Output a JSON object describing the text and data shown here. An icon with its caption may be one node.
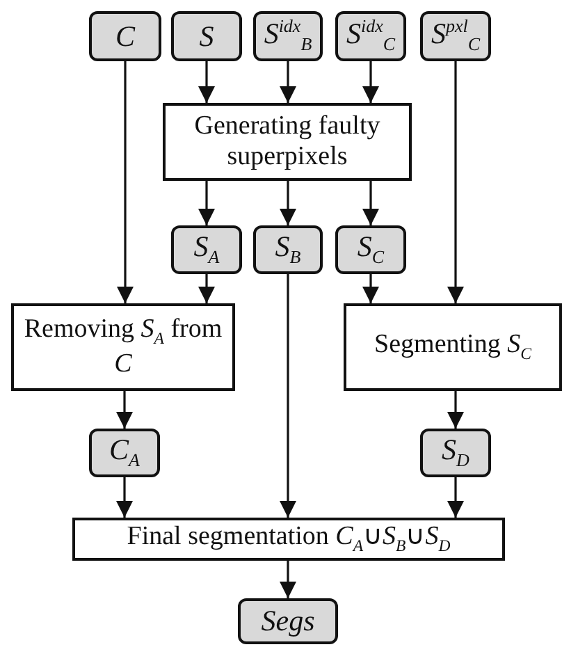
{
  "diagram": {
    "nodes": [
      {
        "text": [
          "C"
        ]
      },
      {
        "text": [
          "S"
        ]
      },
      {
        "text": [
          "S$^{idx}$$_{B}$"
        ]
      },
      {
        "text": [
          "S$^{idx}$$_{C}$"
        ]
      },
      {
        "text": [
          "S$^{pxl}$$_{C}$"
        ]
      },
      {
        "text": [
          "Generating faulty superpixels"
        ]
      },
      {
        "text": [
          "S$_{A}$"
        ]
      },
      {
        "text": [
          "S$_{B}$"
        ]
      },
      {
        "text": [
          "S$_{C}$"
        ]
      },
      {
        "text": [
          "Removing *S*$_{A}$ from *C*"
        ]
      },
      {
        "text": [
          "Segmenting *S*$_{C}$"
        ]
      },
      {
        "text": [
          "C$_{A}$"
        ]
      },
      {
        "text": [
          "S$_{D}$"
        ]
      },
      {
        "text": [
          "Final segmentation *C*$_{A}$∪*S*$_{B}$∪*S*$_{D}$"
        ]
      },
      {
        "text": [
          "Segs"
        ]
      }
    ],
    "edges": [
      {
        "from": 0,
        "to": 9,
        "arrow": "to"
      },
      {
        "from": 1,
        "to": 5,
        "arrow": "to"
      },
      {
        "from": 2,
        "to": 5,
        "arrow": "to"
      },
      {
        "from": 3,
        "to": 5,
        "arrow": "to"
      },
      {
        "from": 4,
        "to": 10,
        "arrow": "to"
      },
      {
        "from": 5,
        "to": 6,
        "arrow": "to"
      },
      {
        "from": 5,
        "to": 7,
        "arrow": "to"
      },
      {
        "from": 5,
        "to": 8,
        "arrow": "to"
      },
      {
        "from": 6,
        "to": 9,
        "arrow": "to"
      },
      {
        "from": 8,
        "to": 10,
        "arrow": "to"
      },
      {
        "from": 7,
        "to": 13,
        "arrow": "to"
      },
      {
        "from": 9,
        "to": 11,
        "arrow": "to"
      },
      {
        "from": 10,
        "to": 12,
        "arrow": "to"
      },
      {
        "from": 11,
        "to": 13,
        "arrow": "to"
      },
      {
        "from": 12,
        "to": 13,
        "arrow": "to"
      },
      {
        "from": 13,
        "to": 14,
        "arrow": "to"
      }
    ]
  }
}
